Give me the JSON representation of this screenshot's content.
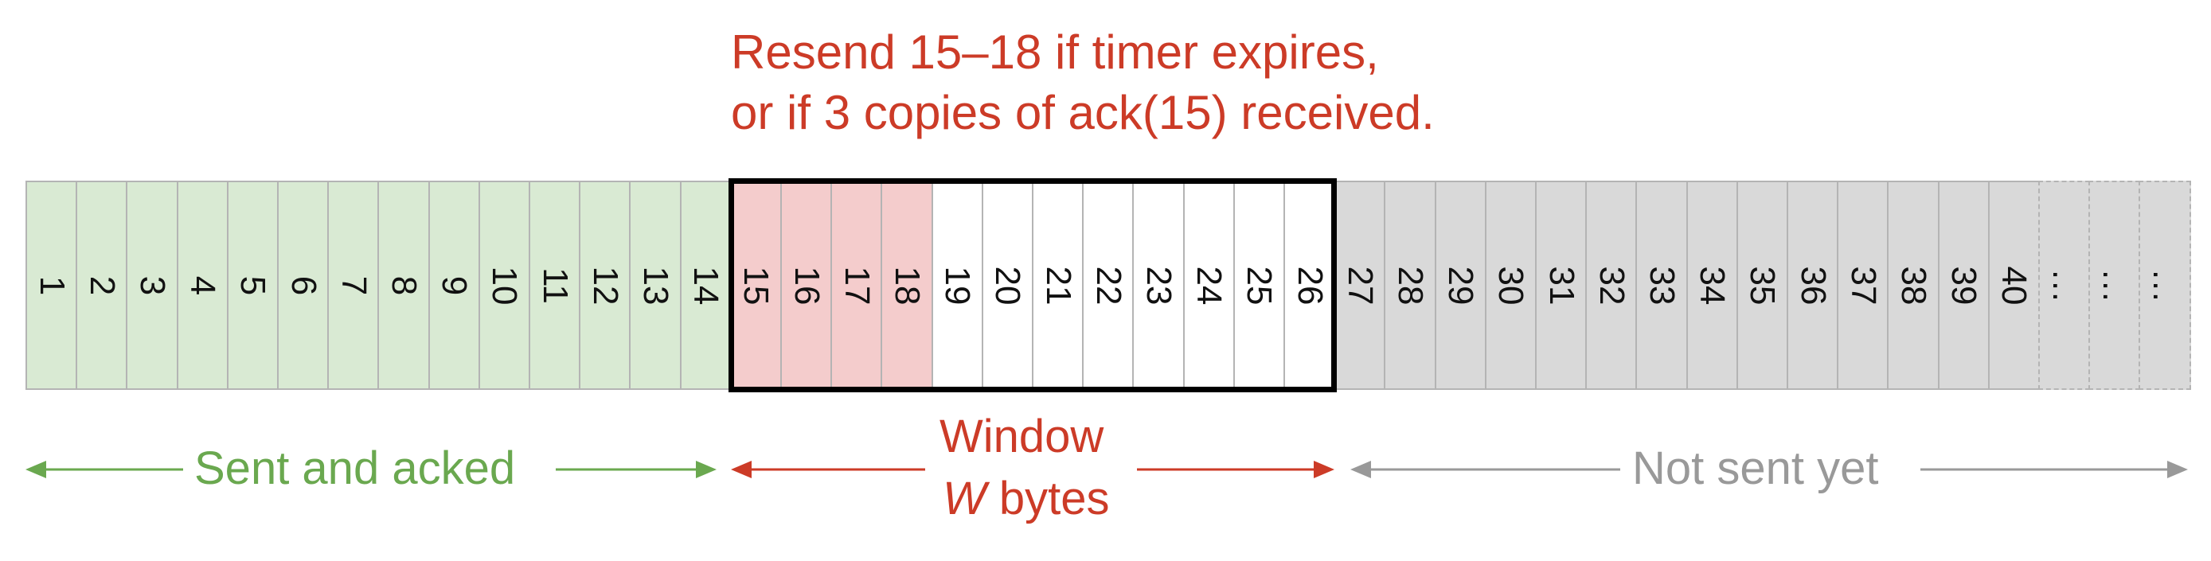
{
  "note": {
    "line1": "Resend 15–18 if timer expires,",
    "line2": "or if 3 copies of ack(15) received."
  },
  "cells": [
    {
      "label": "1",
      "state": "acked"
    },
    {
      "label": "2",
      "state": "acked"
    },
    {
      "label": "3",
      "state": "acked"
    },
    {
      "label": "4",
      "state": "acked"
    },
    {
      "label": "5",
      "state": "acked"
    },
    {
      "label": "6",
      "state": "acked"
    },
    {
      "label": "7",
      "state": "acked"
    },
    {
      "label": "8",
      "state": "acked"
    },
    {
      "label": "9",
      "state": "acked"
    },
    {
      "label": "10",
      "state": "acked"
    },
    {
      "label": "11",
      "state": "acked"
    },
    {
      "label": "12",
      "state": "acked"
    },
    {
      "label": "13",
      "state": "acked"
    },
    {
      "label": "14",
      "state": "acked"
    },
    {
      "label": "15",
      "state": "resend"
    },
    {
      "label": "16",
      "state": "resend"
    },
    {
      "label": "17",
      "state": "resend"
    },
    {
      "label": "18",
      "state": "resend"
    },
    {
      "label": "19",
      "state": "window"
    },
    {
      "label": "20",
      "state": "window"
    },
    {
      "label": "21",
      "state": "window"
    },
    {
      "label": "22",
      "state": "window"
    },
    {
      "label": "23",
      "state": "window"
    },
    {
      "label": "24",
      "state": "window"
    },
    {
      "label": "25",
      "state": "window"
    },
    {
      "label": "26",
      "state": "window"
    },
    {
      "label": "27",
      "state": "notsent"
    },
    {
      "label": "28",
      "state": "notsent"
    },
    {
      "label": "29",
      "state": "notsent"
    },
    {
      "label": "30",
      "state": "notsent"
    },
    {
      "label": "31",
      "state": "notsent"
    },
    {
      "label": "32",
      "state": "notsent"
    },
    {
      "label": "33",
      "state": "notsent"
    },
    {
      "label": "34",
      "state": "notsent"
    },
    {
      "label": "35",
      "state": "notsent"
    },
    {
      "label": "36",
      "state": "notsent"
    },
    {
      "label": "37",
      "state": "notsent"
    },
    {
      "label": "38",
      "state": "notsent"
    },
    {
      "label": "39",
      "state": "notsent"
    },
    {
      "label": "40",
      "state": "notsent"
    },
    {
      "label": "…",
      "state": "notsent-dashed"
    },
    {
      "label": "…",
      "state": "notsent-dashed"
    },
    {
      "label": "…",
      "state": "notsent-dashed"
    }
  ],
  "colors": {
    "acked": "#d9ead3",
    "resend": "#f4cccc",
    "window": "#ffffff",
    "notsent": "#d9d9d9",
    "acked_text": "#6aa84f",
    "window_text": "#cc3b27",
    "notsent_text": "#999999"
  },
  "labels": {
    "acked": "Sent and acked",
    "window_line1": "Window",
    "window_var": "W",
    "window_rest": " bytes",
    "notsent": "Not sent yet"
  }
}
